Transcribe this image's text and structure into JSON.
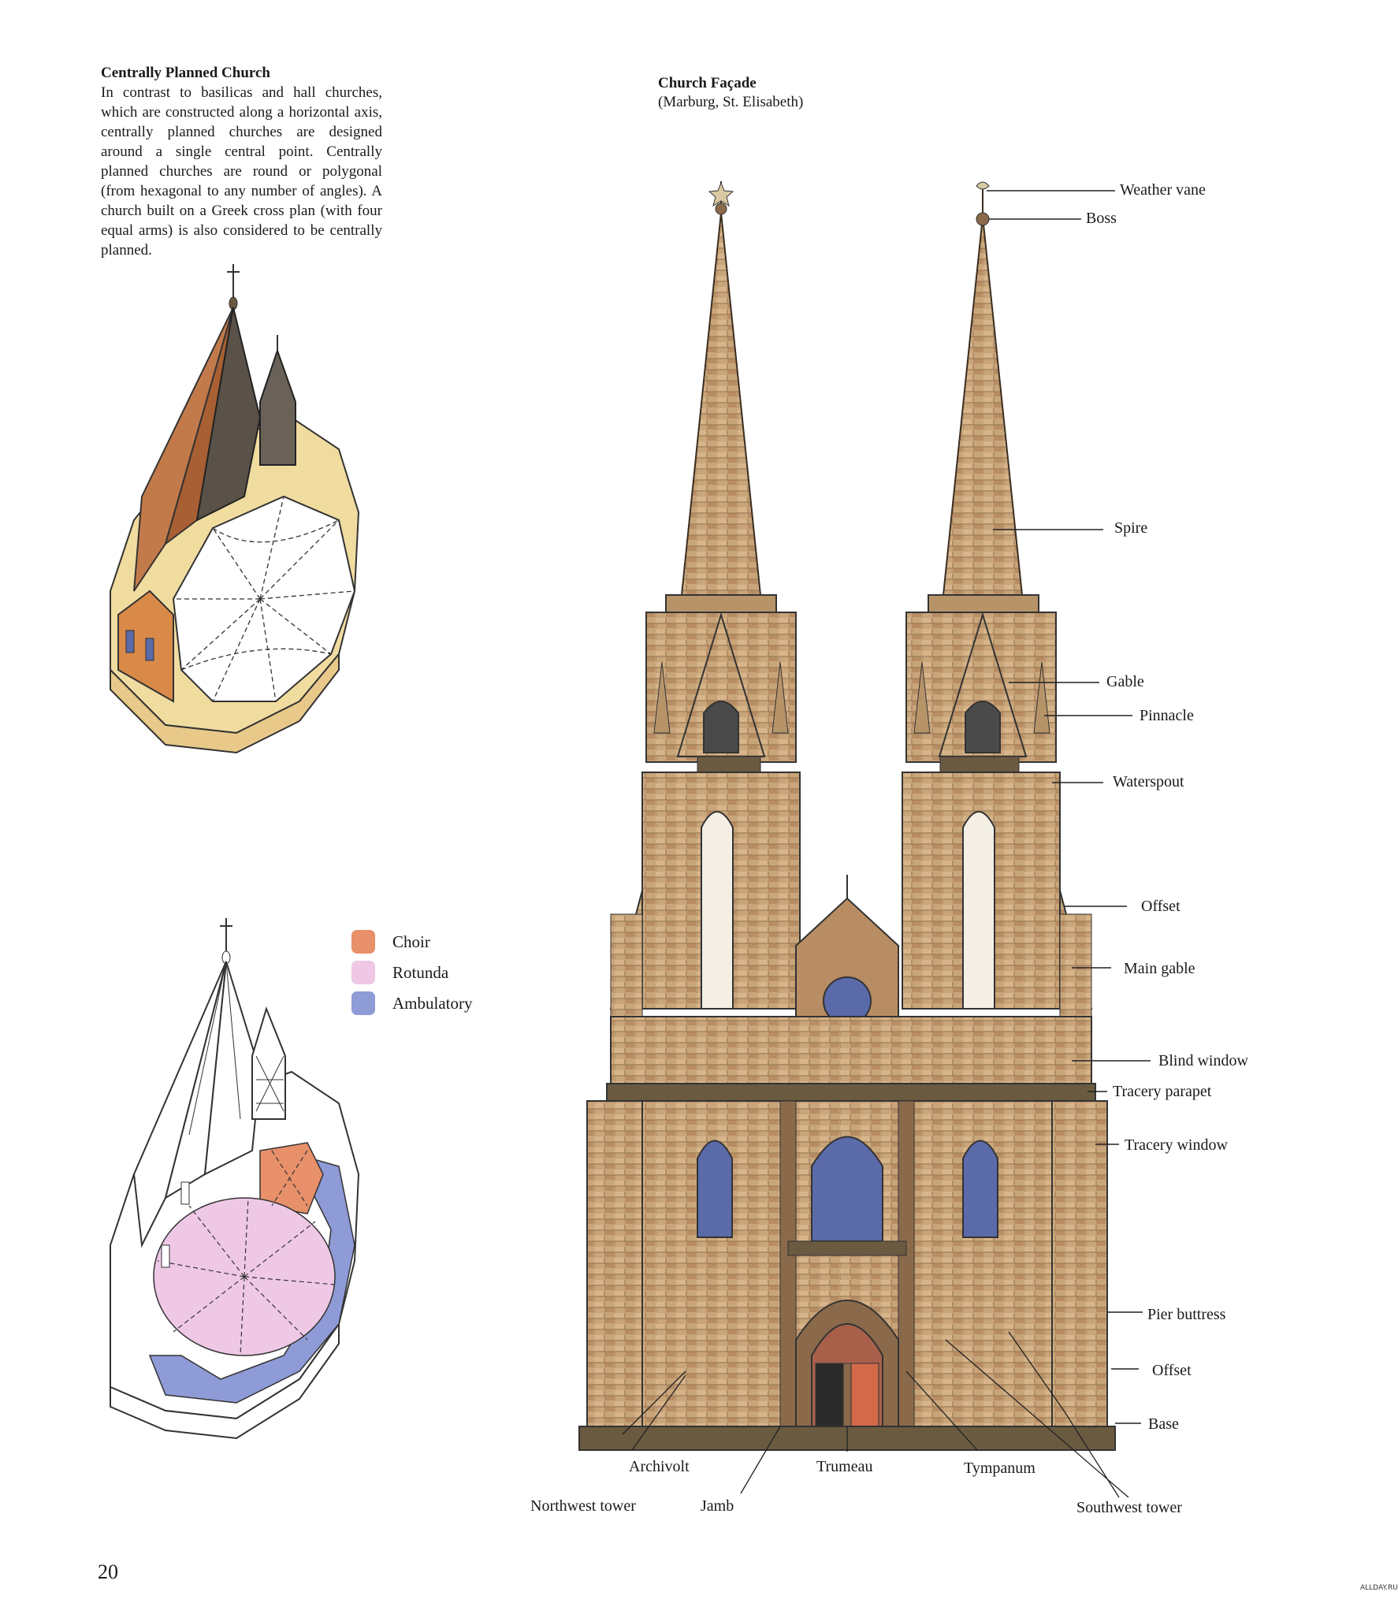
{
  "intro": {
    "title": "Centrally Planned Church",
    "body": "In contrast to basilicas and hall churches, which are constructed along a horizontal axis, centrally planned churches are designed around a single central point. Centrally planned churches are round or polygonal (from hexagonal to any number of angles). A church built on a Greek cross plan (with four equal arms) is also considered to be centrally planned."
  },
  "legend": [
    {
      "label": "Choir",
      "color": "#e8906a"
    },
    {
      "label": "Rotunda",
      "color": "#efc8e6"
    },
    {
      "label": "Ambulatory",
      "color": "#8f9bd6"
    }
  ],
  "facade": {
    "title": "Church Façade",
    "subtitle": "(Marburg, St. Elisabeth)"
  },
  "right_labels": {
    "weather_vane": "Weather vane",
    "boss": "Boss",
    "spire": "Spire",
    "gable": "Gable",
    "pinnacle": "Pinnacle",
    "waterspout": "Waterspout",
    "offset_upper": "Offset",
    "main_gable": "Main gable",
    "blind_window": "Blind window",
    "tracery_parapet": "Tracery parapet",
    "tracery_window": "Tracery window",
    "pier_buttress": "Pier buttress",
    "offset_lower": "Offset",
    "base": "Base"
  },
  "bottom_labels": {
    "archivolt": "Archivolt",
    "trumeau": "Trumeau",
    "tympanum": "Tympanum",
    "northwest_tower": "Northwest tower",
    "jamb": "Jamb",
    "southwest_tower": "Southwest tower"
  },
  "page_number": "20",
  "watermark": "ALLDAY.RU",
  "colors": {
    "stone": "#c9a57a",
    "stone_dark": "#8a6a4a",
    "roof": "#c27a4a",
    "wall": "#f1dca0",
    "window_glass": "#5b6aa8"
  }
}
